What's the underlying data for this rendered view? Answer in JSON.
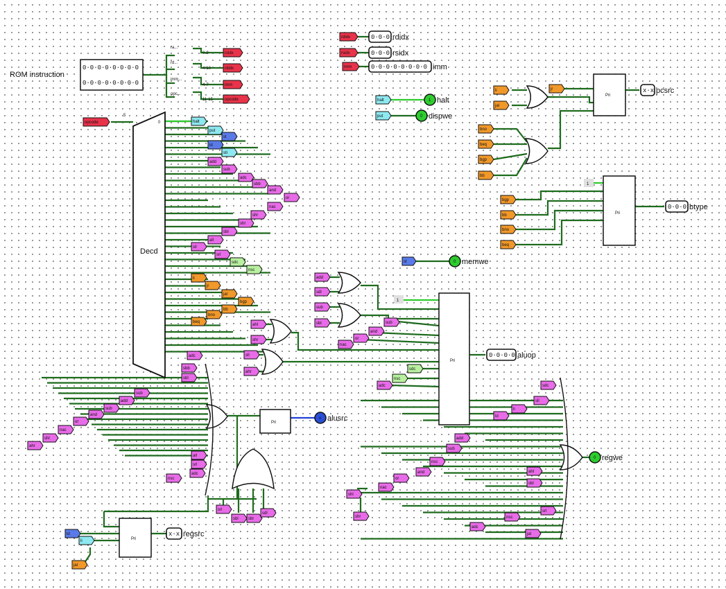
{
  "colors": {
    "wire": "#1e6b1e",
    "wire_active": "#2ecc2e",
    "wire_blue": "#1f3fd6",
    "tunnel_red": "#e8334a",
    "tunnel_magenta": "#e86be8",
    "tunnel_orange": "#f0982a",
    "tunnel_cyan": "#8ee8f0",
    "tunnel_blue": "#5a7ae8",
    "tunnel_green": "#b8f0a0",
    "led_green": "#2ecc2e",
    "led_blue": "#2a4fd6"
  },
  "rom": {
    "label": "ROM instruction",
    "row1": "0·0·0·0·0·0·0·0",
    "row2": "0·0·0·0·0·0·0·0"
  },
  "splitter": {
    "ranges": [
      "ra...",
      "rd...",
      "imm...",
      "opc..."
    ],
    "bits": [
      "0-3",
      "4-10",
      "4-7",
      "11-15"
    ],
    "tunnels": [
      "rsidx",
      "rdidx",
      "imm",
      "opcode"
    ]
  },
  "outputs": {
    "rdidx": {
      "tunnel": "rdidx",
      "value": "0·0·0",
      "label": "rdidx"
    },
    "rsidx": {
      "tunnel": "rsidx",
      "value": "0·0·0",
      "label": "rsidx"
    },
    "imm": {
      "tunnel": "imm",
      "value": "0·0·0·0·0·0·0·0",
      "label": "imm"
    },
    "halt": {
      "tunnel": "halt",
      "value": "1",
      "label": "halt"
    },
    "dispwe": {
      "tunnel": "put",
      "value": "0",
      "label": "dispwe"
    },
    "memwe": {
      "tunnel": "st",
      "value": "0",
      "label": "memwe"
    },
    "pcsrc": {
      "value": "x·x",
      "label": "pcsrc"
    },
    "btype": {
      "value": "0·0·0",
      "label": "btype"
    },
    "aluop": {
      "value": "0·0·0·0",
      "label": "aluop"
    },
    "alusrc": {
      "value": "x",
      "label": "alusrc"
    },
    "regwe": {
      "value": "0",
      "label": "regwe"
    },
    "regsrc": {
      "value": "x·x",
      "label": "regsrc"
    }
  },
  "decoder": {
    "label": "Decd",
    "input_tunnel": "opcode",
    "bus_width": "5",
    "outputs": [
      "halt",
      "put",
      "st",
      "ld",
      "sti",
      "add",
      "sub",
      "adc",
      "sbb",
      "and",
      "or",
      "nac",
      "shl",
      "shr",
      "sbl",
      "all",
      "sll",
      "srl",
      "sdc",
      "nsc",
      "li",
      "jr",
      "jal",
      "bgp",
      "bb",
      "bno",
      "beq"
    ]
  },
  "pcsrc_mux": {
    "label": "Pri",
    "inputs": [
      "li",
      "jal",
      "jr"
    ]
  },
  "btype_mux": {
    "label": "Pri",
    "constant": "1",
    "inputs": [
      "bgp",
      "bb",
      "bno",
      "beq"
    ]
  },
  "aluop_mux": {
    "label": "Pri",
    "constant": "1",
    "inputs": [
      "add",
      "sdl",
      "sub",
      "sbl",
      "ahl",
      "shr",
      "sll",
      "ahr",
      "sdc",
      "nsc",
      "nac",
      "or",
      "and",
      "sub",
      "adc"
    ]
  },
  "alusrc_mux": {
    "label": "Pri"
  },
  "regsrc_mux": {
    "label": "Pri",
    "inputs": [
      "ld",
      "li",
      "jal"
    ]
  },
  "branch_or_inputs": [
    "bno",
    "beq",
    "bgp",
    "bb"
  ],
  "alusrc_or_inputs": [
    "adc",
    "sbb",
    "sbl",
    "sub",
    "add",
    "sub",
    "and",
    "or",
    "nac",
    "shl",
    "ahr",
    "all",
    "srl",
    "adc",
    "nsc"
  ],
  "alusrc_and_inputs": [
    "srl",
    "sbl",
    "sbl",
    "sdl"
  ],
  "regwe_or_inputs": [
    "sdc",
    "sll",
    "li",
    "ld",
    "add",
    "sub",
    "nsc",
    "and",
    "or",
    "nac",
    "shl",
    "shr",
    "ahl",
    "sbl",
    "srl",
    "nsc",
    "adc",
    "jal"
  ]
}
